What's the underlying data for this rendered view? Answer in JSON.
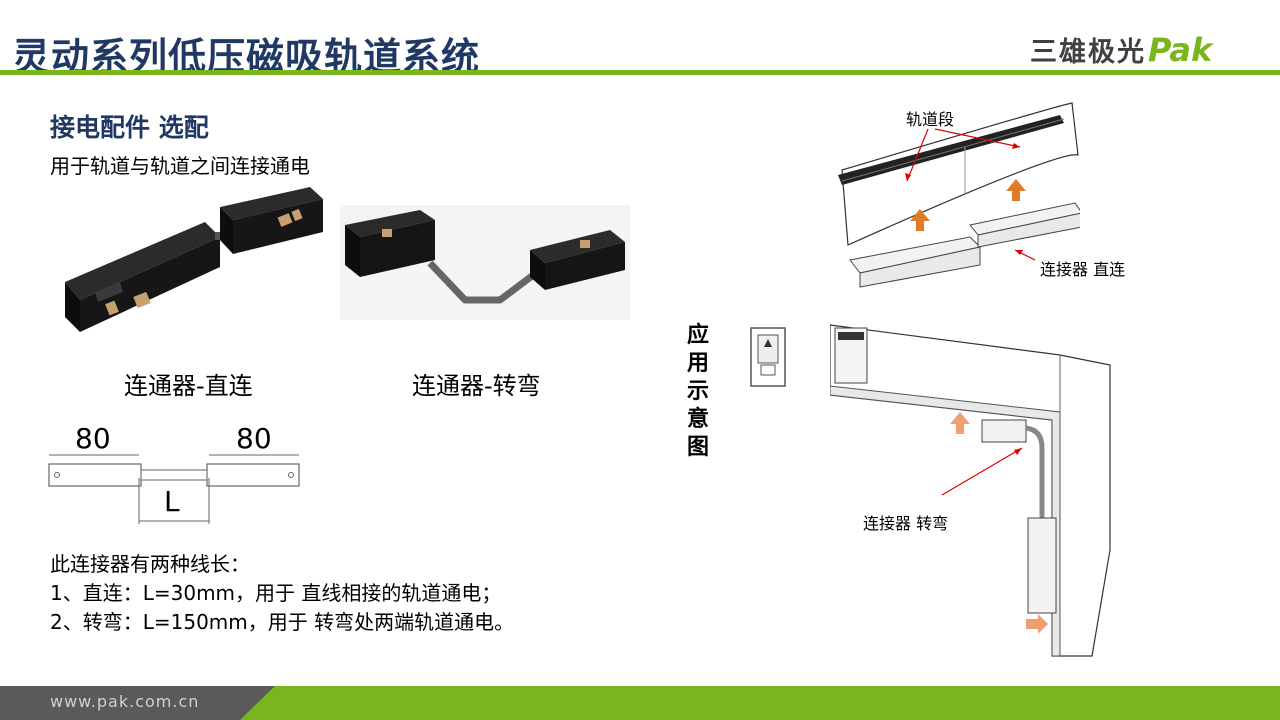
{
  "header": {
    "title": "灵动系列低压磁吸轨道系统",
    "logo_cn": "三雄极光",
    "logo_en": "Pak"
  },
  "section": {
    "heading": "接电配件 选配",
    "description": "用于轨道与轨道之间连接通电"
  },
  "products": {
    "straight_label": "连通器-直连",
    "corner_label": "连通器-转弯"
  },
  "dimensions": {
    "left_len": "80",
    "right_len": "80",
    "middle_len": "L"
  },
  "notes": {
    "line1": "此连接器有两种线长：",
    "line2": "1、直连：L=30mm，用于 直线相接的轨道通电；",
    "line3": "2、转弯：L=150mm，用于 转弯处两端轨道通电。"
  },
  "diagram": {
    "vertical_label": "应用示意图",
    "track_label": "轨道段",
    "straight_callout": "连接器 直连",
    "corner_callout": "连接器 转弯"
  },
  "footer": {
    "url": "www.pak.com.cn"
  },
  "colors": {
    "title_blue": "#1f3864",
    "brand_green": "#7ab51d",
    "footer_gray": "#5a5a5a",
    "arrow_orange": "#e07b2a"
  }
}
